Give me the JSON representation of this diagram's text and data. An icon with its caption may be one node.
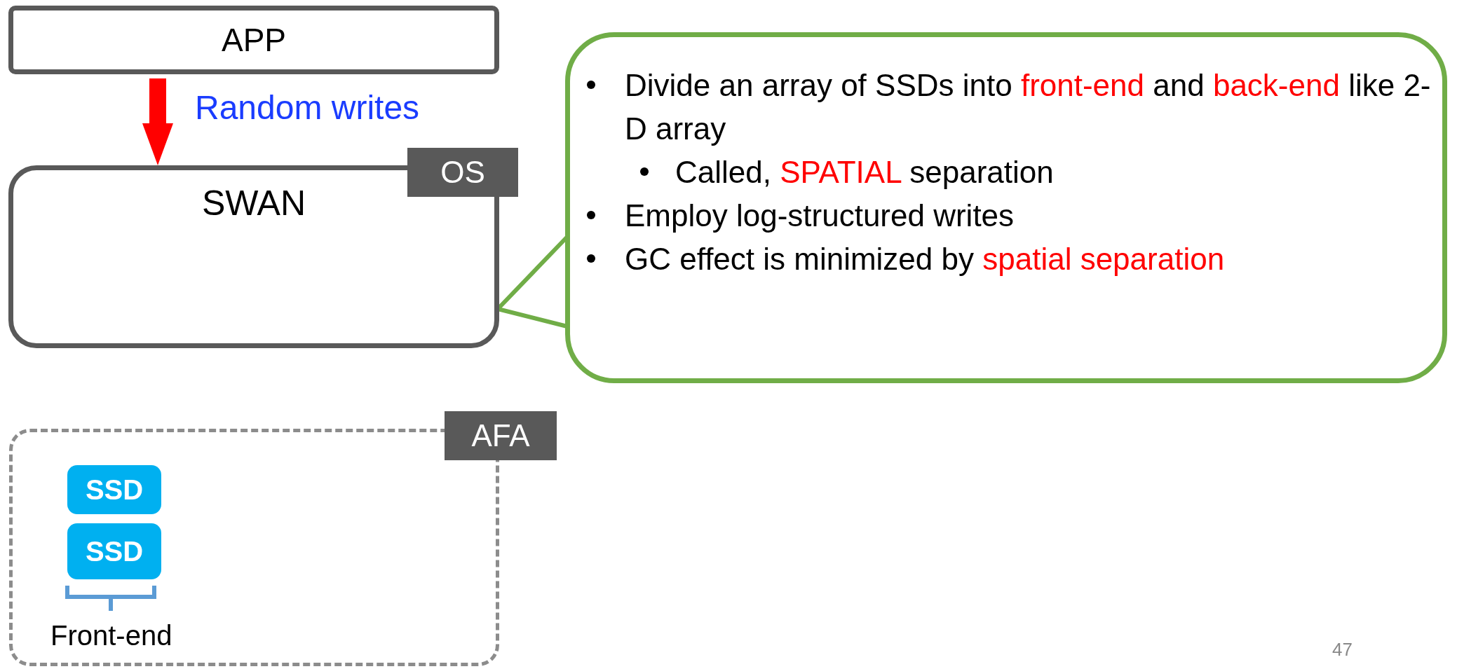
{
  "diagram": {
    "nodes": [
      {
        "text": [
          "APP"
        ]
      },
      {
        "text": [
          "SWAN",
          "OS"
        ]
      },
      {
        "text": [
          "Divide an array of SSDs into **front-end** and **back-end** like 2-D array",
          "Called, **SPATIAL** separation",
          "Employ log-structured writes",
          "GC effect is minimized by **spatial separation**"
        ]
      },
      {
        "text": [
          "AFA"
        ]
      },
      {
        "text": [
          "SSD"
        ],
        "in": 3
      },
      {
        "text": [
          "SSD"
        ],
        "in": 3
      }
    ],
    "edges": [
      {
        "from": 0,
        "to": 1,
        "arrow": "to",
        "label": "Random writes",
        "style": "thick",
        "color": "#ff0000"
      },
      {
        "from": 2,
        "to": 1,
        "arrow": "none",
        "color": "#70ad47"
      }
    ],
    "labels": [
      "Front-end",
      "47"
    ]
  }
}
